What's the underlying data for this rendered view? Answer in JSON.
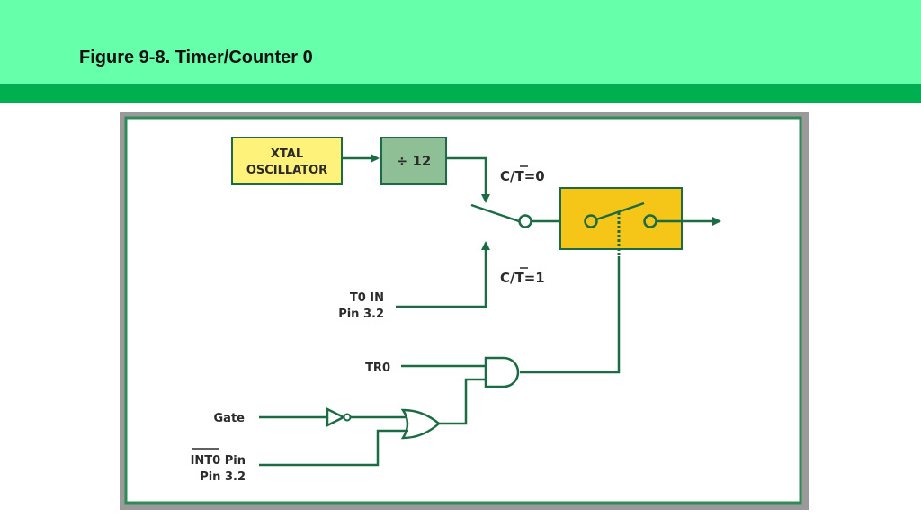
{
  "slide": {
    "title": "Figure 9-8. Timer/Counter 0"
  },
  "colors": {
    "header": "#66ffaa",
    "header_stripe": "#00b050",
    "frame_border": "#2e8b57",
    "wire": "#1b6b45",
    "xtal_fill": "#fff27a",
    "divider_fill": "#8fbf94",
    "switch_box_fill": "#f5c518"
  },
  "diagram": {
    "xtal": {
      "line1": "XTAL",
      "line2": "OSCILLATOR"
    },
    "divider": {
      "label": "÷ 12"
    },
    "ct0": {
      "prefix": "C/",
      "overbar_letter": "T",
      "suffix": "=0"
    },
    "ct1": {
      "prefix": "C/",
      "overbar_letter": "T",
      "suffix": "=1"
    },
    "t0in": {
      "line1": "T0 IN",
      "line2": "Pin 3.2"
    },
    "tr0": {
      "label": "TR0"
    },
    "gate": {
      "label": "Gate"
    },
    "int0": {
      "line1": "INT0 Pin",
      "line2": "Pin 3.2"
    }
  }
}
